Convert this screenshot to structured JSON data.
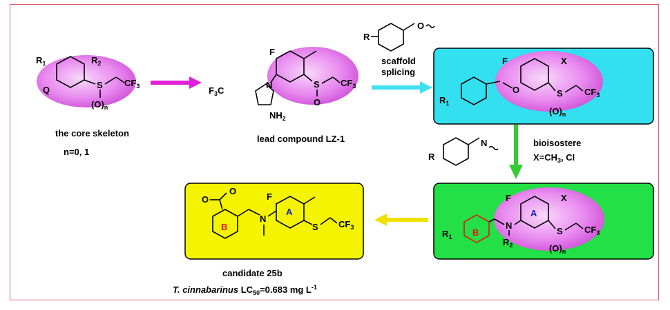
{
  "labels": {
    "core_skeleton": "the core skeleton",
    "n_values": "n=0, 1",
    "lead_compound": "lead compound LZ-1",
    "scaffold_splicing_1": "scaffold",
    "scaffold_splicing_2": "splicing",
    "bioisostere": "bioisostere",
    "x_values_main": "X=CH",
    "x_values_sub": "3",
    "x_values_tail": ", Cl",
    "candidate": "candidate 25b",
    "organism": "T. cinnabarinus",
    "lc50_prefix": " LC",
    "lc50_sub": "50",
    "lc50_value": "=0.683 mg L",
    "lc50_sup": "-1"
  },
  "atoms": {
    "R": "R",
    "R1": "R",
    "R1sub": "1",
    "R2": "R",
    "R2sub": "2",
    "Q": "Q",
    "S": "S",
    "O": "O",
    "N": "N",
    "F": "F",
    "X": "X",
    "CF3": "CF",
    "CF3sub": "3",
    "F3C": "F",
    "F3Csub": "3",
    "F3Ctail": "C",
    "NH2": "NH",
    "NH2sub": "2",
    "On": "(O)",
    "Onsub": "n",
    "ringA": "A",
    "ringB": "B"
  },
  "colors": {
    "frame": "#e05a6a",
    "ellipse": "#e88af0",
    "cyan_box": "#33e0f0",
    "green_box": "#22e045",
    "yellow_box": "#f4f400",
    "arrow_magenta": "#e020d8",
    "arrow_cyan": "#40e0f0",
    "arrow_green": "#33cc33",
    "arrow_yellow": "#f0e000",
    "ring_A": "#1a1ad0",
    "ring_B": "#e01818"
  }
}
